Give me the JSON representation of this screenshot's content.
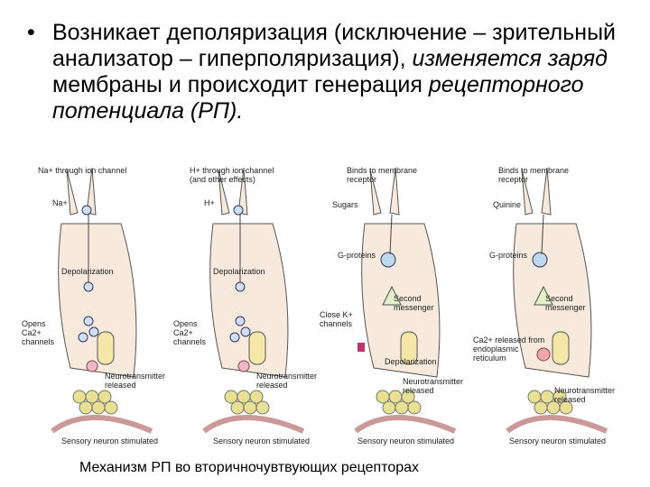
{
  "slide": {
    "bullet": "•",
    "text_parts": [
      {
        "text": "Возникает деполяризация (исключение – зрительный анализатор – гиперполяризация), ",
        "italic": false
      },
      {
        "text": "изменяется заряд",
        "italic": true
      },
      {
        "text": " мембраны и происходит генерация ",
        "italic": false
      },
      {
        "text": "рецепторного потенциала (РП).",
        "italic": true
      }
    ],
    "caption": "Механизм  РП во вторичночувтвующих рецепторах"
  },
  "figure": {
    "panels": [
      {
        "top_label": "Na+ through ion channel",
        "ion": "Na+",
        "mid_label": "Depolarization",
        "side_label": "Opens\nCa2+\nchannels",
        "release_label": "Neurotransmitter\nreleased",
        "bottom_label": "Sensory neuron stimulated"
      },
      {
        "top_label": "H+ through ion channel\n(and other effects)",
        "ion": "H+",
        "mid_label": "Depolarization",
        "side_label": "Opens\nCa2+\nchannels",
        "release_label": "Neurotransmitter\nreleased",
        "bottom_label": "Sensory neuron stimulated"
      },
      {
        "top_label": "Binds to membrane\nreceptor",
        "ion": "Sugars",
        "mid_label": "G-proteins",
        "messenger_label": "Second\nmessenger",
        "side_label": "Close K+\nchannels",
        "extra_label": "Depolarization",
        "release_label": "Neurotransmitter\nreleased",
        "bottom_label": "Sensory neuron stimulated"
      },
      {
        "top_label": "Binds to membrane\nreceptor",
        "ion": "Quinine",
        "mid_label": "G-proteins",
        "messenger_label": "Second\nmessenger",
        "side_label": "Ca2+ released from\nendoplasmic\nreticulum",
        "release_label": "Neurotransmitter\nreleased",
        "bottom_label": "Sensory neuron stimulated"
      }
    ]
  }
}
